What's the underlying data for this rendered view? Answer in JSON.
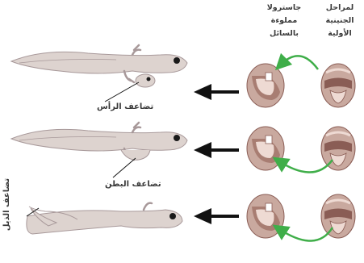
{
  "headers": {
    "primordial": [
      "لمراحل",
      "الجنينية",
      "الأولية"
    ],
    "gastrula": [
      "جاسترولا",
      "مملوءة",
      "بالسائل"
    ]
  },
  "labels": {
    "head": "تضاعف الرأس",
    "belly": "تضاعف البطن",
    "tail": "تضاعف الذيل"
  },
  "colors": {
    "embryo_fill": "#c9a99f",
    "embryo_dark": "#8a5d55",
    "embryo_light": "#eedad3",
    "salamander": "#ddd3cf",
    "salamander_shade": "#a8999a",
    "arrow_green": "#3fae49",
    "arrow_black": "#111111"
  }
}
